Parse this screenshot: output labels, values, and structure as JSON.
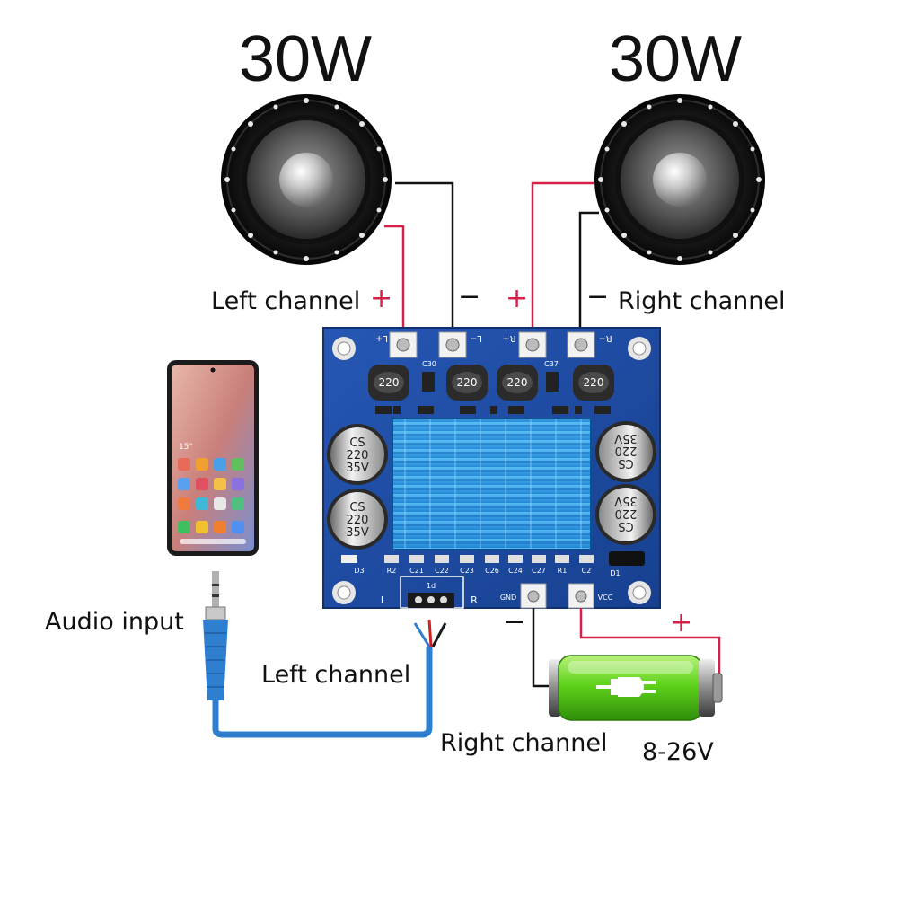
{
  "speakers": {
    "left": {
      "power": "30W"
    },
    "right": {
      "power": "30W"
    }
  },
  "labels": {
    "left_channel": "Left channel",
    "right_channel": "Right channel",
    "plus": "+",
    "minus": "−",
    "audio_input": "Audio input",
    "input_left_channel": "Left channel",
    "input_right_channel": "Right channel",
    "voltage": "8-26V"
  },
  "board": {
    "terminals": {
      "l_plus": "L+",
      "l_minus": "L−",
      "r_plus": "R+",
      "r_minus": "R−",
      "gnd": "GND",
      "vcc": "VCC"
    },
    "refs": {
      "c30": "C30",
      "c37": "C37",
      "d3": "D3",
      "d1": "D1",
      "jack": "1d",
      "l": "L",
      "r": "R",
      "bottom": [
        "R2",
        "C21",
        "C22",
        "C23",
        "C26",
        "C24",
        "C27",
        "R1",
        "C2"
      ]
    },
    "inductors": [
      "220",
      "220",
      "220",
      "220"
    ],
    "capacitors": {
      "left_top": {
        "brand": "CS",
        "value": "220",
        "voltage": "35V"
      },
      "left_bottom": {
        "brand": "CS",
        "value": "220",
        "voltage": "35V"
      },
      "right_top": {
        "brand": "CS",
        "value": "220",
        "voltage": "35V"
      },
      "right_bottom": {
        "brand": "CS",
        "value": "220",
        "voltage": "35V"
      }
    }
  },
  "phone": {
    "clock": "15°"
  },
  "colors": {
    "positive": "#d6204a",
    "negative": "#111111",
    "pcb": "#1e4fa8",
    "heatsink": "#2f9ee8",
    "battery": "#5fd21a",
    "cable": "#2f7fd0"
  },
  "icons": [
    "speaker-icon",
    "smartphone-icon",
    "audio-jack-icon",
    "battery-icon",
    "plug-icon"
  ]
}
